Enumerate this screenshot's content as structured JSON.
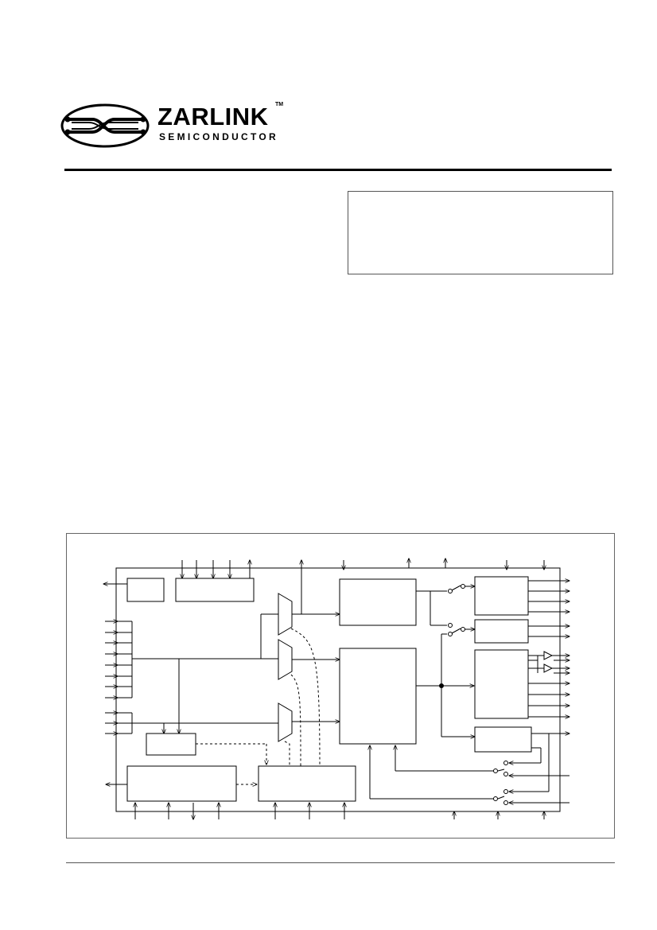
{
  "brand": {
    "name": "ZARLINK",
    "subtitle": "SEMICONDUCTOR",
    "trademark": "TM",
    "logo_icon": "zarlink-swirl-logo"
  },
  "colors": {
    "ink": "#000000",
    "frame": "#666666"
  },
  "diagram": {
    "type": "block-diagram",
    "labels_visible": false
  }
}
